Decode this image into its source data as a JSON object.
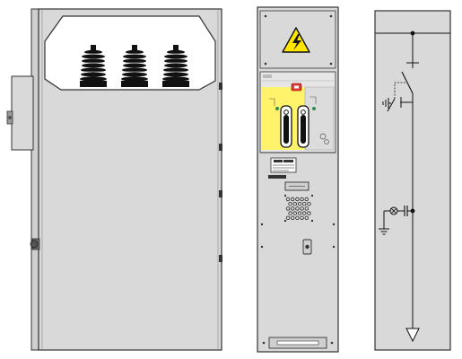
{
  "colors": {
    "panel": "#d9d9d9",
    "panel_dark": "#bdbdbd",
    "outline": "#333333",
    "warning_yellow": "#ffe600",
    "mimic_yellow": "#fff36b",
    "badge_red": "#e53935",
    "indicator_green": "#2e8b57",
    "background": "#ffffff"
  },
  "views": {
    "side": {
      "name": "side-view",
      "insulator_count": 3,
      "icon": "bushing-insulator-icon"
    },
    "front": {
      "name": "front-view",
      "warning_icon": "high-voltage-warning-icon",
      "mimic_icons": [
        "switch-handle-icon",
        "switch-handle-icon"
      ],
      "vent_grid": {
        "rows": 5,
        "cols": 5
      }
    },
    "schematic": {
      "name": "single-line-diagram",
      "icons": [
        "busbar-node-icon",
        "disconnector-icon",
        "earth-switch-icon",
        "capacitor-icon",
        "voltage-indicator-icon",
        "ground-icon",
        "cable-arrow-icon"
      ]
    }
  }
}
